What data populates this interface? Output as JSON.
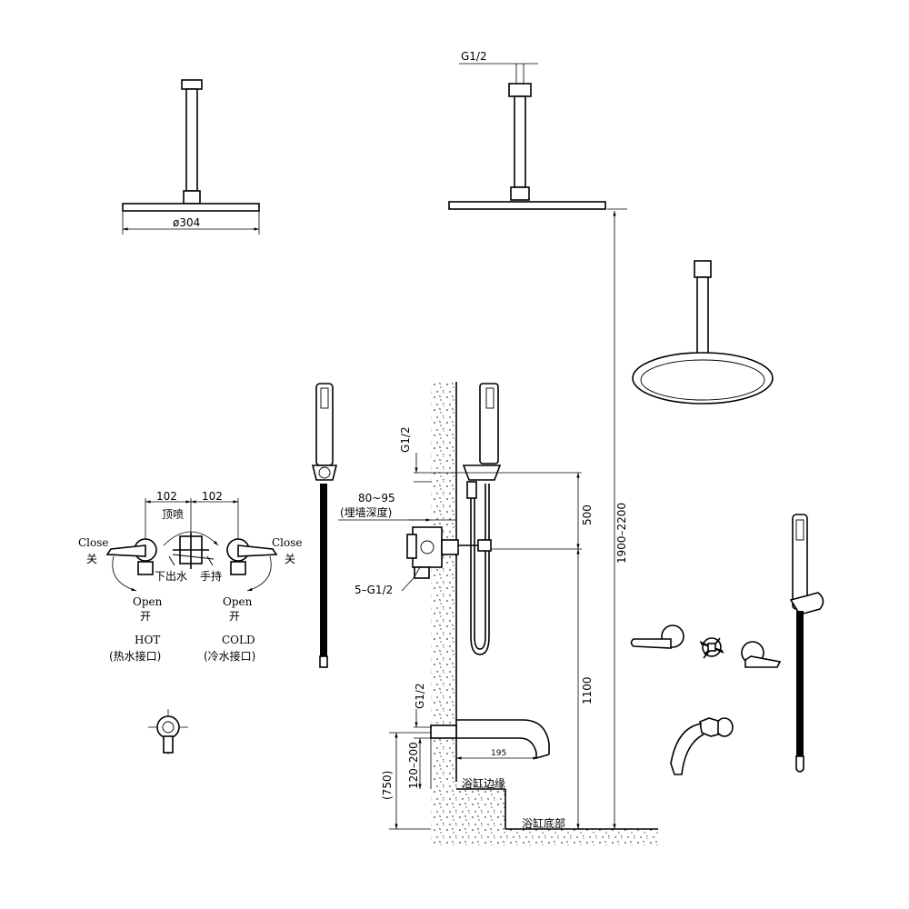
{
  "colors": {
    "line": "#000000",
    "background": "#ffffff"
  },
  "labels": {
    "pipe_thread_top": "G1/2",
    "diameter": "ø304",
    "height_range": "1900–2200",
    "thread_side_1": "G1/2",
    "wall_depth": "80~95",
    "wall_depth_cn": "(埋墙深度)",
    "dim_500": "500",
    "dim_1100": "1100",
    "inlets": "5–G1/2",
    "thread_side_2": "G1/2",
    "spout_len": "195",
    "dim_750": "(750)",
    "dim_120_200": "120–200",
    "tub_edge": "浴缸边缘",
    "tub_bottom": "浴缸底部",
    "spacing_left": "102",
    "spacing_right": "102",
    "top_spray": "顶喷",
    "lower_outlet": "下出水",
    "handheld": "手持",
    "close_left": "Close",
    "close_left_cn": "关",
    "close_right": "Close",
    "close_right_cn": "关",
    "open_left": "Open",
    "open_left_cn": "开",
    "open_right": "Open",
    "open_right_cn": "开",
    "hot": "HOT",
    "hot_cn": "(热水接口)",
    "cold": "COLD",
    "cold_cn": "(冷水接口)"
  }
}
